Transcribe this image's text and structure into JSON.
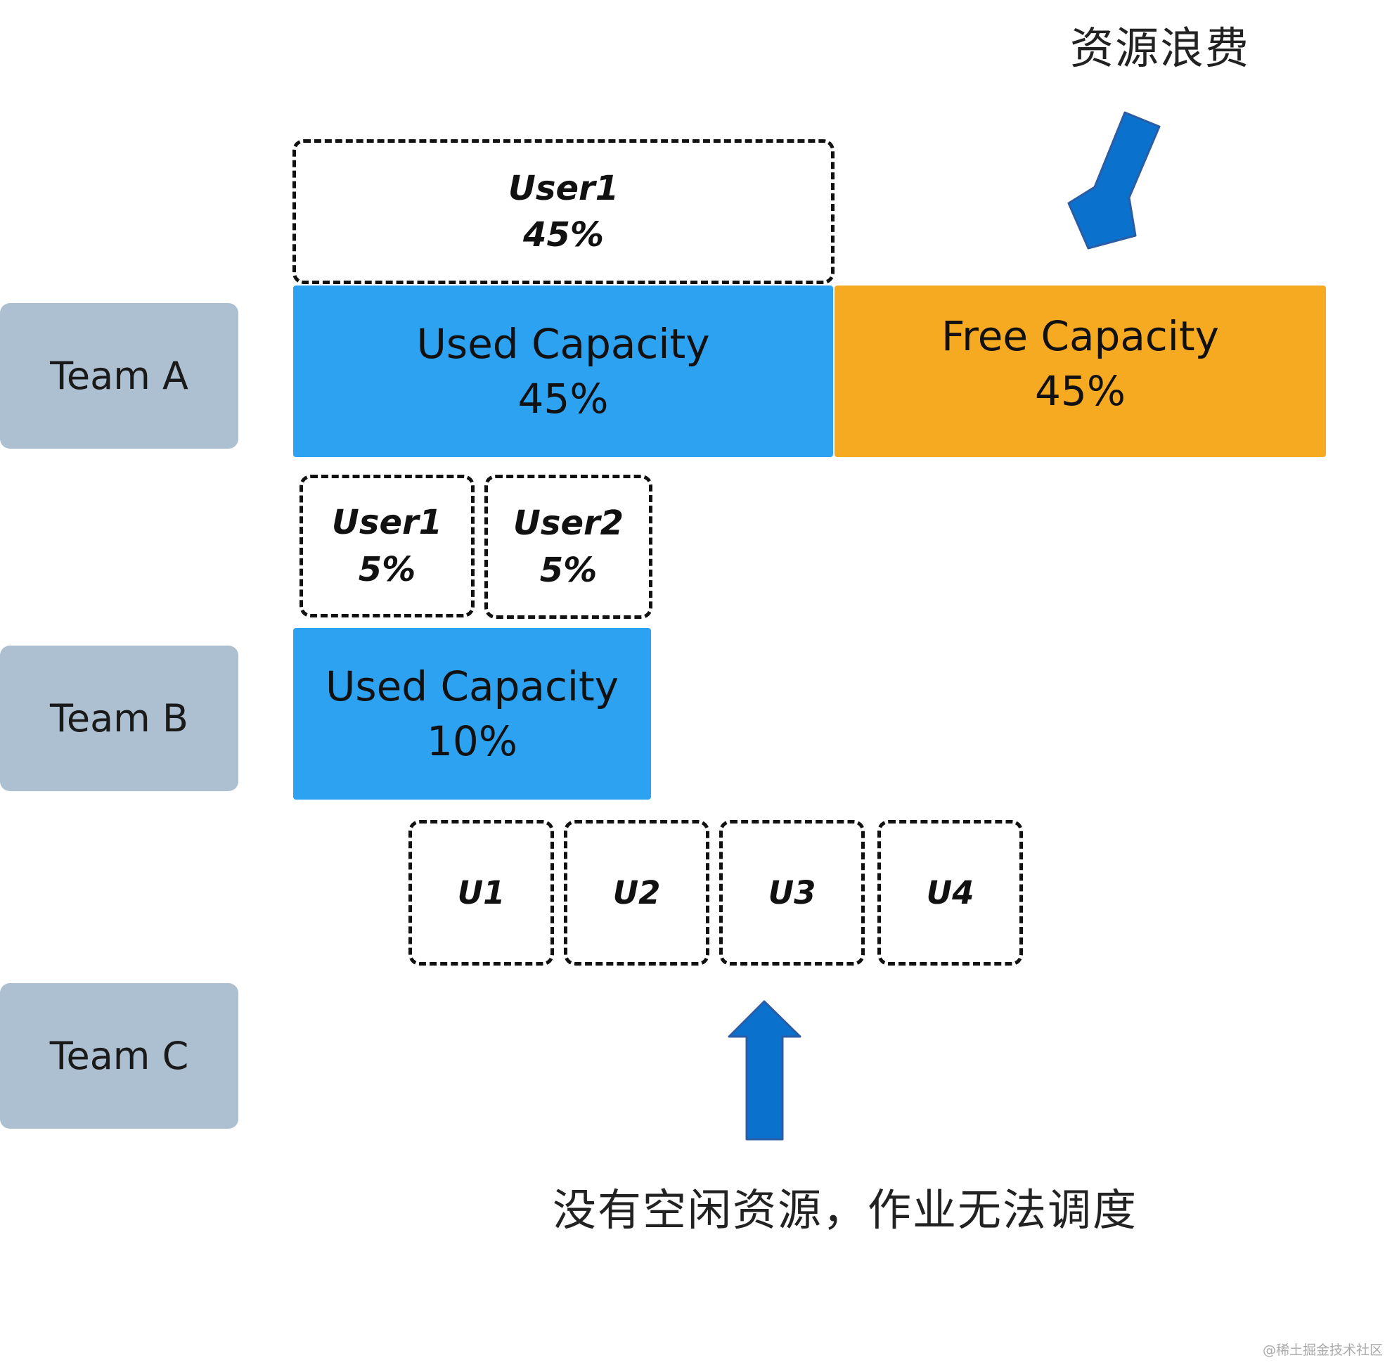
{
  "teams": [
    {
      "label": "Team A"
    },
    {
      "label": "Team B"
    },
    {
      "label": "Team C"
    }
  ],
  "team_a": {
    "user_request": {
      "name": "User1",
      "percent": "45%"
    },
    "used": {
      "label": "Used Capacity",
      "percent": "45%"
    },
    "free": {
      "label": "Free Capacity",
      "percent": "45%"
    }
  },
  "team_b": {
    "user_requests": [
      {
        "name": "User1",
        "percent": "5%"
      },
      {
        "name": "User2",
        "percent": "5%"
      }
    ],
    "used": {
      "label": "Used Capacity",
      "percent": "10%"
    }
  },
  "team_c": {
    "user_requests": [
      {
        "name": "U1"
      },
      {
        "name": "U2"
      },
      {
        "name": "U3"
      },
      {
        "name": "U4"
      }
    ]
  },
  "annotations": {
    "waste": "资源浪费",
    "no_free": "没有空闲资源，作业无法调度"
  },
  "watermark": "@稀土掘金技术社区",
  "colors": {
    "used": "#2ca2f0",
    "free": "#f6aa22",
    "team": "#adc0d1",
    "arrow": "#0a72cc"
  }
}
